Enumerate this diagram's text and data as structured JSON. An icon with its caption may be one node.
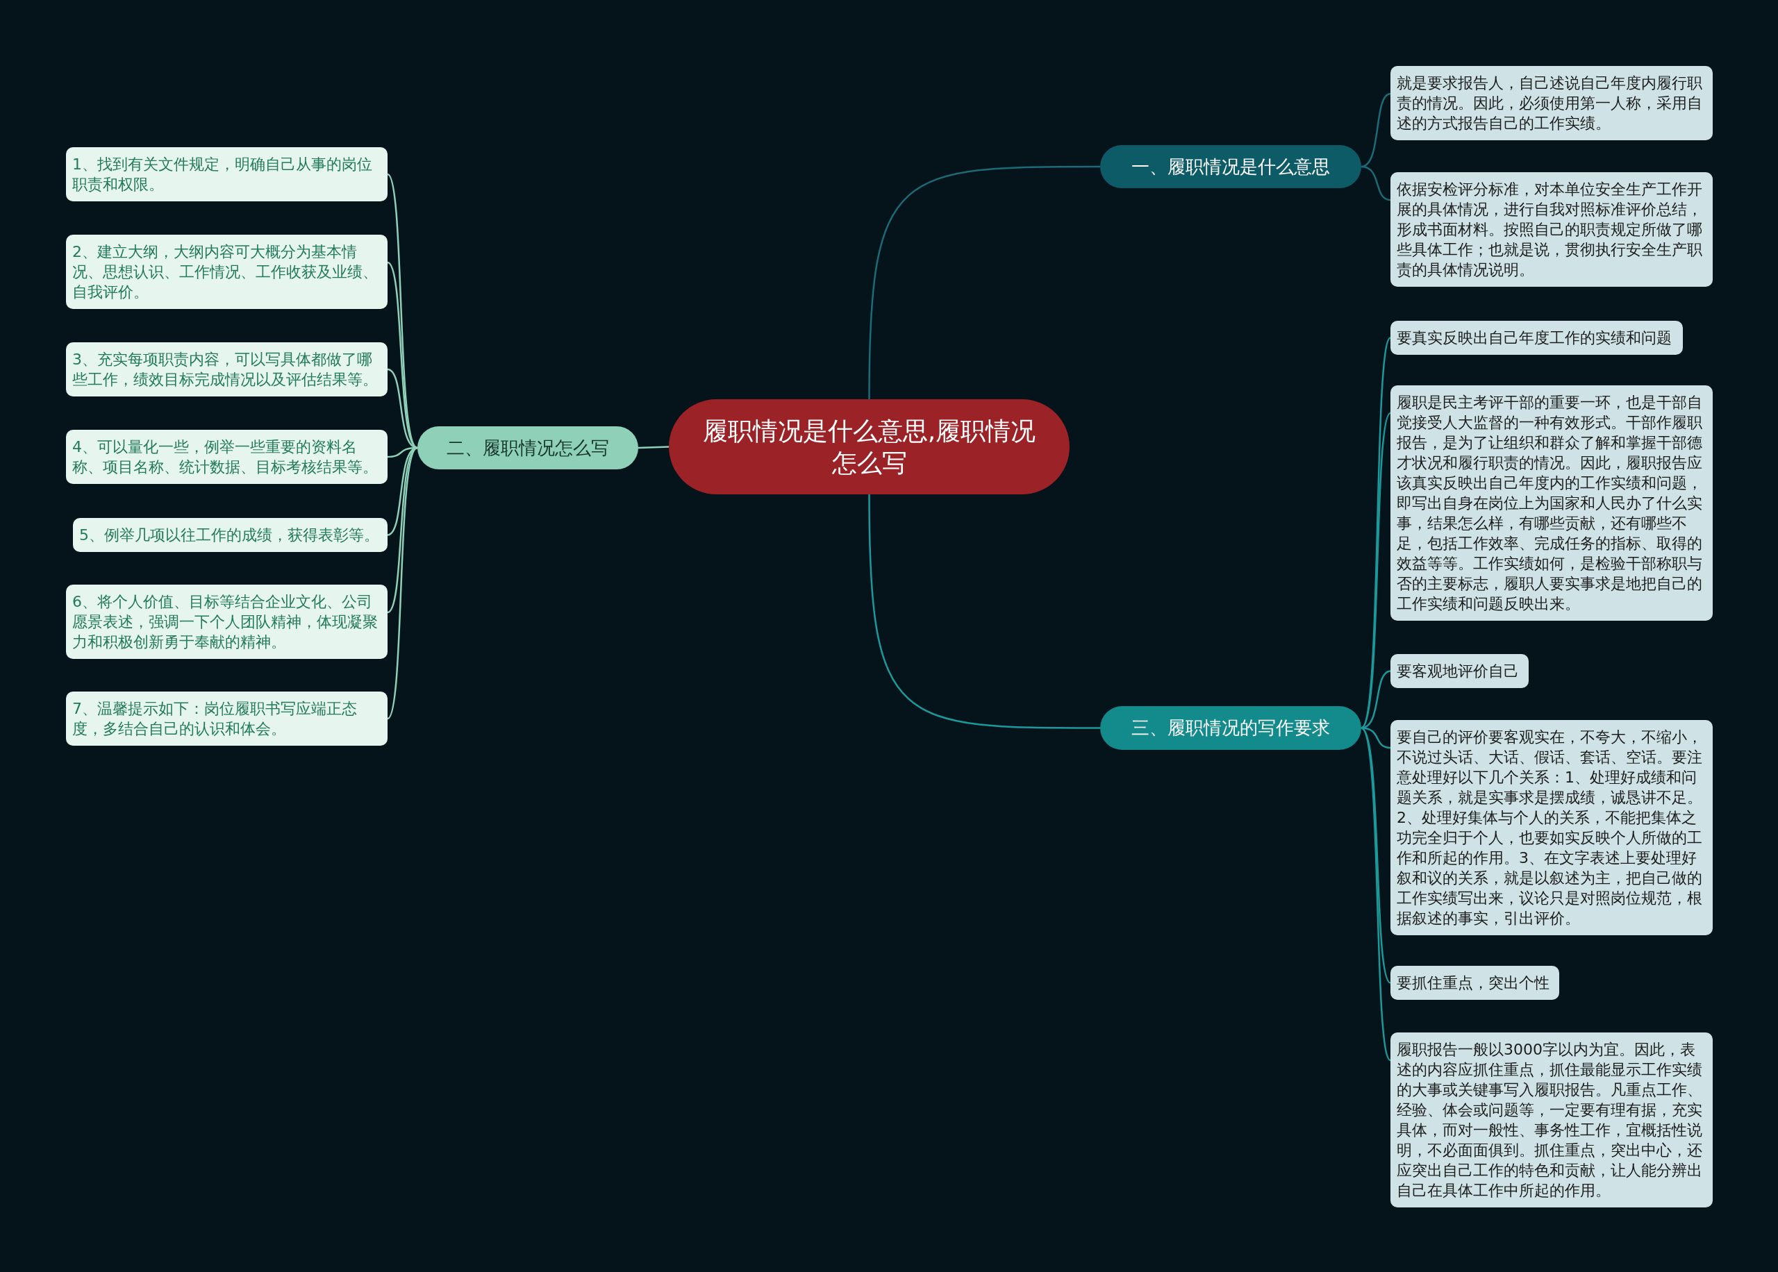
{
  "diagram": {
    "nodes": [
      {
        "text": [
          "履职情况是什么意思,履职情况怎么写"
        ]
      },
      {
        "text": [
          "一、履职情况是什么意思"
        ]
      },
      {
        "text": [
          "就是要求报告人，自己述说自己年度内履行职责的情况。因此，必须使用第一人称，采用自述的方式报告自己的工作实绩。"
        ]
      },
      {
        "text": [
          "依据安检评分标准，对本单位安全生产工作开展的具体情况，进行自我对照标准评价总结，形成书面材料。按照自己的职责规定所做了哪些具体工作；也就是说，贯彻执行安全生产职责的具体情况说明。"
        ]
      },
      {
        "text": [
          "二、履职情况怎么写"
        ]
      },
      {
        "text": [
          "1、找到有关文件规定，明确自己从事的岗位职责和权限。"
        ]
      },
      {
        "text": [
          "2、建立大纲，大纲内容可大概分为基本情况、思想认识、工作情况、工作收获及业绩、自我评价。"
        ]
      },
      {
        "text": [
          "3、充实每项职责内容，可以写具体都做了哪些工作，绩效目标完成情况以及评估结果等。"
        ]
      },
      {
        "text": [
          "4、可以量化一些，例举一些重要的资料名称、项目名称、统计数据、目标考核结果等。"
        ]
      },
      {
        "text": [
          "5、例举几项以往工作的成绩，获得表彰等。"
        ]
      },
      {
        "text": [
          "6、将个人价值、目标等结合企业文化、公司愿景表述，强调一下个人团队精神，体现凝聚力和积极创新勇于奉献的精神。"
        ]
      },
      {
        "text": [
          "7、温馨提示如下：岗位履职书写应端正态度，多结合自己的认识和体会。"
        ]
      },
      {
        "text": [
          "三、履职情况的写作要求"
        ]
      },
      {
        "text": [
          "要真实反映出自己年度工作的实绩和问题"
        ]
      },
      {
        "text": [
          "履职是民主考评干部的重要一环，也是干部自觉接受人大监督的一种有效形式。干部作履职报告，是为了让组织和群众了解和掌握干部德才状况和履行职责的情况。因此，履职报告应该真实反映出自己年度内的工作实绩和问题，即写出自身在岗位上为国家和人民办了什么实事，结果怎么样，有哪些贡献，还有哪些不足，包括工作效率、完成任务的指标、取得的效益等等。工作实绩如何，是检验干部称职与否的主要标志，履职人要实事求是地把自己的工作实绩和问题反映出来。"
        ]
      },
      {
        "text": [
          "要客观地评价自己"
        ]
      },
      {
        "text": [
          "要自己的评价要客观实在，不夸大，不缩小，不说过头话、大话、假话、套话、空话。要注意处理好以下几个关系：1、处理好成绩和问题关系，就是实事求是摆成绩，诚恳讲不足。2、处理好集体与个人的关系，不能把集体之功完全归于个人，也要如实反映个人所做的工作和所起的作用。3、在文字表述上要处理好叙和议的关系，就是以叙述为主，把自己做的工作实绩写出来，议论只是对照岗位规范，根据叙述的事实，引出评价。"
        ]
      },
      {
        "text": [
          "要抓住重点，突出个性"
        ]
      },
      {
        "text": [
          "履职报告一般以3000字以内为宜。因此，表述的内容应抓住重点，抓住最能显示工作实绩的大事或关键事写入履职报告。凡重点工作、经验、体会或问题等，一定要有理有据，充实具体，而对一般性、事务性工作，宜概括性说明，不必面面俱到。抓住重点，突出中心，还应突出自己工作的特色和贡献，让人能分辨出自己在具体工作中所起的作用。"
        ]
      }
    ],
    "edges": [
      {
        "from": 0,
        "to": 1,
        "arrow": "none",
        "color": "#1b6b78"
      },
      {
        "from": 1,
        "to": 2,
        "arrow": "none",
        "color": "#1b6b78"
      },
      {
        "from": 1,
        "to": 3,
        "arrow": "none",
        "color": "#1b6b78"
      },
      {
        "from": 0,
        "to": 4,
        "arrow": "none"
      },
      {
        "from": 4,
        "to": 5,
        "arrow": "none"
      },
      {
        "from": 4,
        "to": 6,
        "arrow": "none"
      },
      {
        "from": 4,
        "to": 7,
        "arrow": "none"
      },
      {
        "from": 4,
        "to": 8,
        "arrow": "none"
      },
      {
        "from": 4,
        "to": 9,
        "arrow": "none"
      },
      {
        "from": 4,
        "to": 10,
        "arrow": "none"
      },
      {
        "from": 4,
        "to": 11,
        "arrow": "none"
      },
      {
        "from": 0,
        "to": 12,
        "arrow": "none",
        "color": "#1a9a9c"
      },
      {
        "from": 12,
        "to": 13,
        "arrow": "none",
        "color": "#1a9a9c"
      },
      {
        "from": 12,
        "to": 14,
        "arrow": "none",
        "color": "#1a9a9c"
      },
      {
        "from": 12,
        "to": 15,
        "arrow": "none",
        "color": "#1a9a9c"
      },
      {
        "from": 12,
        "to": 16,
        "arrow": "none",
        "color": "#1a9a9c"
      },
      {
        "from": 12,
        "to": 17,
        "arrow": "none",
        "color": "#1a9a9c"
      },
      {
        "from": 12,
        "to": 18,
        "arrow": "none",
        "color": "#1a9a9c"
      }
    ]
  }
}
